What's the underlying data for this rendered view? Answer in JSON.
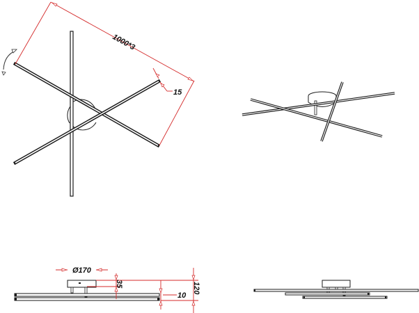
{
  "drawing": {
    "subject": "ceiling lamp with three rotating bars",
    "colors": {
      "outline": "#1a1a1a",
      "dimension": "#d42a2a",
      "background": "#ffffff"
    },
    "views": {
      "top_view": {
        "dimensions": {
          "length_label": "1000*3",
          "width_label": "15"
        },
        "rotation_icon": "rotate-arrow-icon"
      },
      "perspective_view": {},
      "front_elevation": {
        "dimensions": {
          "diameter_label": "Ø170",
          "canopy_height_label": "35",
          "bar_thickness_label": "10",
          "total_height_label": "120"
        }
      },
      "side_elevation": {}
    }
  }
}
